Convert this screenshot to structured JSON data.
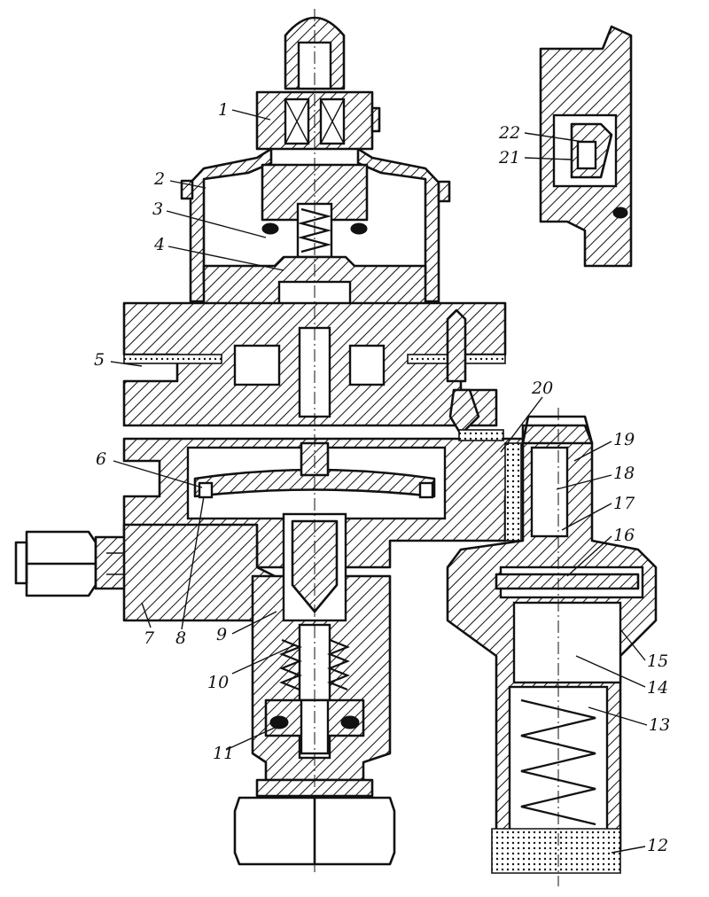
{
  "callouts": [
    {
      "id": "1",
      "text": "1"
    },
    {
      "id": "2",
      "text": "2"
    },
    {
      "id": "3",
      "text": "3"
    },
    {
      "id": "4",
      "text": "4"
    },
    {
      "id": "5",
      "text": "5"
    },
    {
      "id": "6",
      "text": "6"
    },
    {
      "id": "7",
      "text": "7"
    },
    {
      "id": "8",
      "text": "8"
    },
    {
      "id": "9",
      "text": "9"
    },
    {
      "id": "10",
      "text": "10"
    },
    {
      "id": "11",
      "text": "11"
    },
    {
      "id": "12",
      "text": "12"
    },
    {
      "id": "13",
      "text": "13"
    },
    {
      "id": "14",
      "text": "14"
    },
    {
      "id": "15",
      "text": "15"
    },
    {
      "id": "16",
      "text": "16"
    },
    {
      "id": "17",
      "text": "17"
    },
    {
      "id": "18",
      "text": "18"
    },
    {
      "id": "19",
      "text": "19"
    },
    {
      "id": "20",
      "text": "20"
    },
    {
      "id": "21",
      "text": "21"
    },
    {
      "id": "22",
      "text": "22"
    }
  ],
  "colors": {
    "ink": "#111111",
    "paper": "#ffffff"
  }
}
